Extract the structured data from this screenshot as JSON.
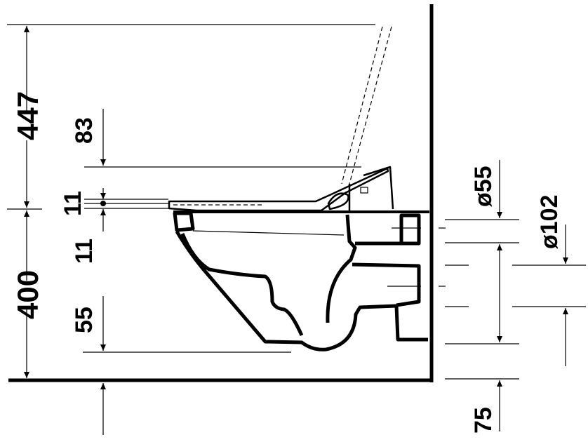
{
  "dimensions": {
    "top_height": "447",
    "seat_offset": "83",
    "seat_thickness_upper": "11",
    "seat_thickness_lower": "11",
    "rim_height": "400",
    "bowl_depth": "55",
    "inlet_diameter": "ø55",
    "outlet_diameter": "ø102",
    "floor_offset": "75"
  }
}
